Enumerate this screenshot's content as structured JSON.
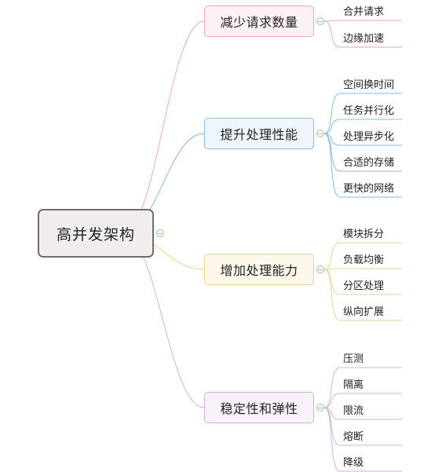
{
  "root": {
    "label": "高并发架构"
  },
  "branches": [
    {
      "label": "减少请求数量",
      "color": "#e8aab8",
      "fill": "#fdf1f4",
      "leaves": [
        "合并请求",
        "边缘加速"
      ]
    },
    {
      "label": "提升处理性能",
      "color": "#8fb7d8",
      "fill": "#eef5fb",
      "leaves": [
        "空间换时间",
        "任务并行化",
        "处理异步化",
        "合适的存储",
        "更快的网络"
      ]
    },
    {
      "label": "增加处理能力",
      "color": "#e6d39a",
      "fill": "#fdf8ea",
      "leaves": [
        "模块拆分",
        "负载均衡",
        "分区处理",
        "纵向扩展"
      ]
    },
    {
      "label": "稳定性和弹性",
      "color": "#d2b2d8",
      "fill": "#f8f1fa",
      "leaves": [
        "压测",
        "隔离",
        "限流",
        "熔断",
        "降级"
      ]
    }
  ],
  "colors": {
    "root_border": "#6f6f6f",
    "root_fill": "#f1eded",
    "collapse_green": "#9ac690"
  }
}
